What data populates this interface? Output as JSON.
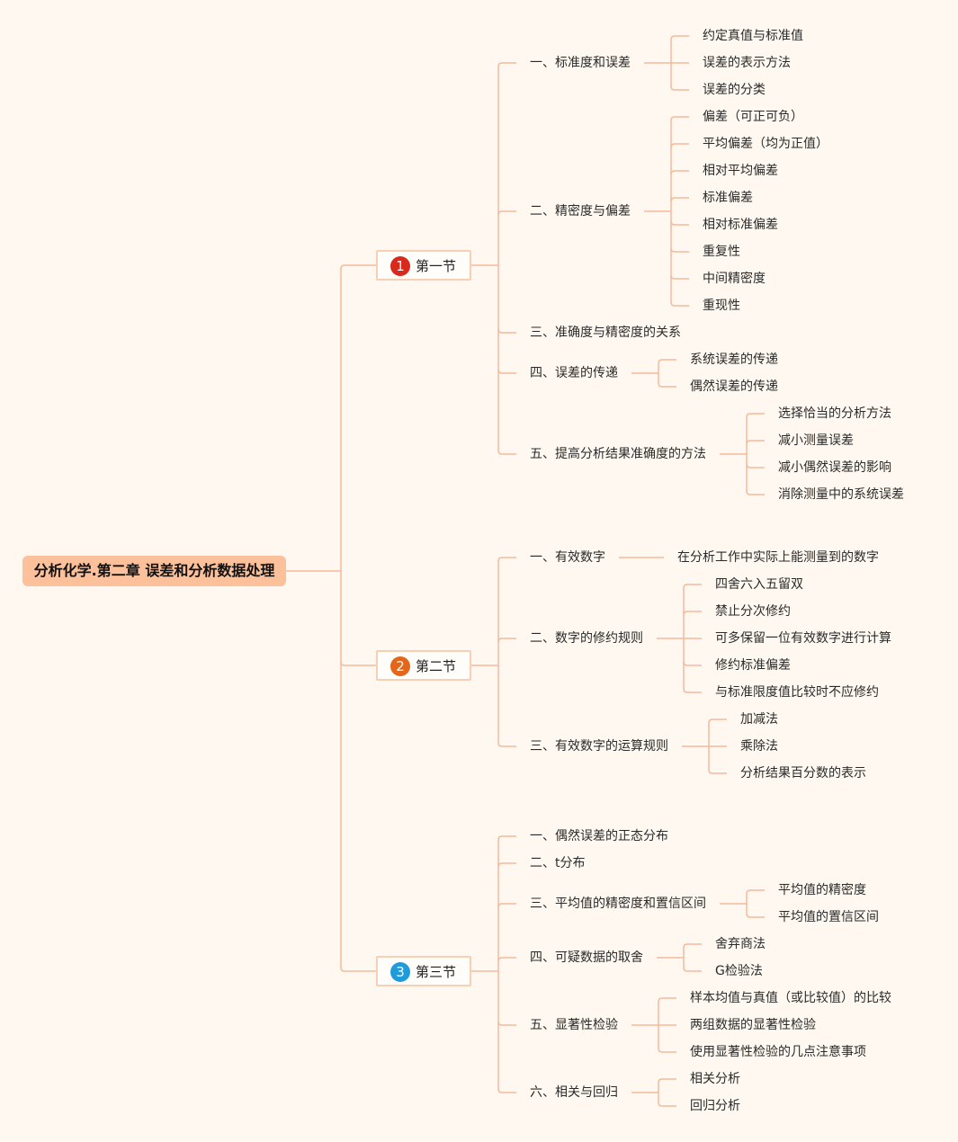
{
  "colors": {
    "background": "#fff8f0",
    "root_fill": "#fcc09b",
    "connector": "#f6b99a",
    "badge_1": "#d9281c",
    "badge_2": "#e4661a",
    "badge_3": "#1f9bdc"
  },
  "root": "分析化学.第二章 误差和分析数据处理",
  "sections": [
    {
      "badge": "1",
      "label": "第一节",
      "topics": [
        {
          "label": "一、标准度和误差",
          "items": [
            "约定真值与标准值",
            "误差的表示方法",
            "误差的分类"
          ]
        },
        {
          "label": "二、精密度与偏差",
          "items": [
            "偏差（可正可负）",
            "平均偏差（均为正值）",
            "相对平均偏差",
            "标准偏差",
            "相对标准偏差",
            "重复性",
            "中间精密度",
            "重现性"
          ]
        },
        {
          "label": "三、准确度与精密度的关系",
          "items": []
        },
        {
          "label": "四、误差的传递",
          "items": [
            "系统误差的传递",
            "偶然误差的传递"
          ]
        },
        {
          "label": "五、提高分析结果准确度的方法",
          "items": [
            "选择恰当的分析方法",
            "减小测量误差",
            "减小偶然误差的影响",
            "消除测量中的系统误差"
          ]
        }
      ]
    },
    {
      "badge": "2",
      "label": "第二节",
      "topics": [
        {
          "label": "一、有效数字",
          "items": [
            "在分析工作中实际上能测量到的数字"
          ]
        },
        {
          "label": "二、数字的修约规则",
          "items": [
            "四舍六入五留双",
            "禁止分次修约",
            "可多保留一位有效数字进行计算",
            "修约标准偏差",
            "与标准限度值比较时不应修约"
          ]
        },
        {
          "label": "三、有效数字的运算规则",
          "items": [
            "加减法",
            "乘除法",
            "分析结果百分数的表示"
          ]
        }
      ]
    },
    {
      "badge": "3",
      "label": "第三节",
      "topics": [
        {
          "label": "一、偶然误差的正态分布",
          "items": []
        },
        {
          "label": "二、t分布",
          "items": []
        },
        {
          "label": "三、平均值的精密度和置信区间",
          "items": [
            "平均值的精密度",
            "平均值的置信区间"
          ]
        },
        {
          "label": "四、可疑数据的取舍",
          "items": [
            "舍弃商法",
            "G检验法"
          ]
        },
        {
          "label": "五、显著性检验",
          "items": [
            "样本均值与真值（或比较值）的比较",
            "两组数据的显著性检验",
            "使用显著性检验的几点注意事项"
          ]
        },
        {
          "label": "六、相关与回归",
          "items": [
            "相关分析",
            "回归分析"
          ]
        }
      ]
    }
  ]
}
